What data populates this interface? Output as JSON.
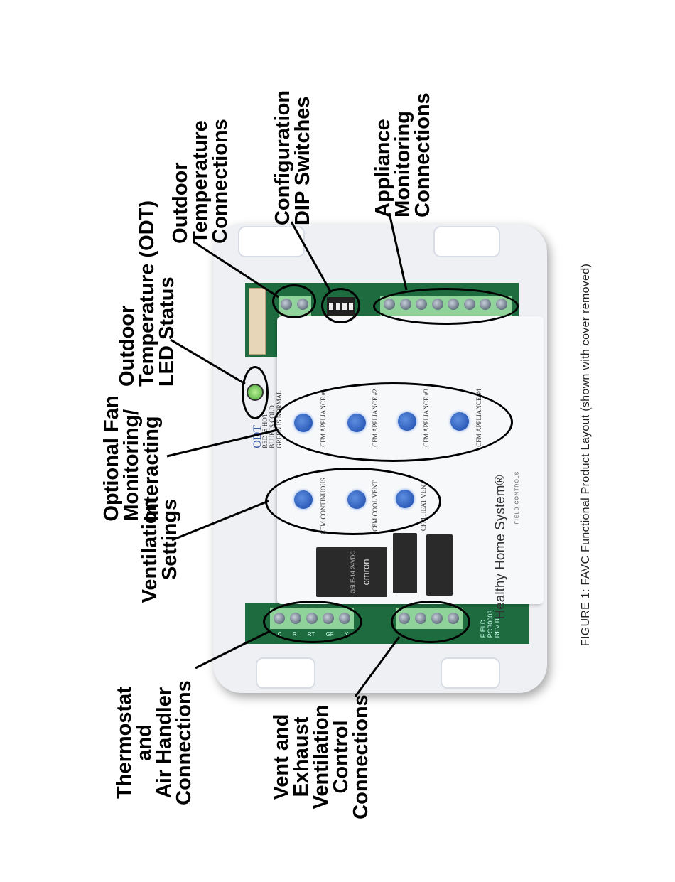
{
  "labels": {
    "odt_connections": [
      "Outdoor",
      "Temperature",
      "Connections"
    ],
    "dip_switches": [
      "Configuration",
      "DIP Switches"
    ],
    "appliance_monitoring": [
      "Appliance",
      "Monitoring",
      "Connections"
    ],
    "odt_led": [
      "Outdoor",
      "Temperature (ODT)",
      "LED Status"
    ],
    "optional_fan": [
      "Optional Fan",
      "Monitoring/",
      "Interacting"
    ],
    "ventilation_settings": [
      "Ventilation",
      "Settings"
    ],
    "thermostat": [
      "Thermostat",
      "and",
      "Air Handler",
      "Connections"
    ],
    "vent_exhaust": [
      "Vent and",
      "Exhaust",
      "Ventilation",
      "Control",
      "Connections"
    ]
  },
  "board": {
    "odt_title": "ODT",
    "odt_legend": [
      "RED IS HOT",
      "BLUE IS COLD",
      "GREEN IS NORMAL"
    ],
    "appliance_knobs": [
      "CFM APPLIANCE #1",
      "CFM APPLIANCE #2",
      "CFM APPLIANCE #3",
      "CFM APPLIANCE #4"
    ],
    "vent_knobs": [
      "CFM CONTINUOUS",
      "CFM COOL VENT",
      "CFM HEAT VENT"
    ],
    "relay_brand": "omron",
    "relay_model": "G5LE-14 24VDC",
    "logo": "Healthy Home System®",
    "logo_sub": "FIELD CONTROLS",
    "thermostat_terminals": [
      "C",
      "R",
      "RT",
      "GF",
      "Y"
    ],
    "board_text": [
      "FIELD",
      "PCB0003",
      "REV B"
    ],
    "led_color": "#7ed957"
  },
  "caption": "FIGURE 1: FAVC Functional Product Layout (shown with cover removed)"
}
